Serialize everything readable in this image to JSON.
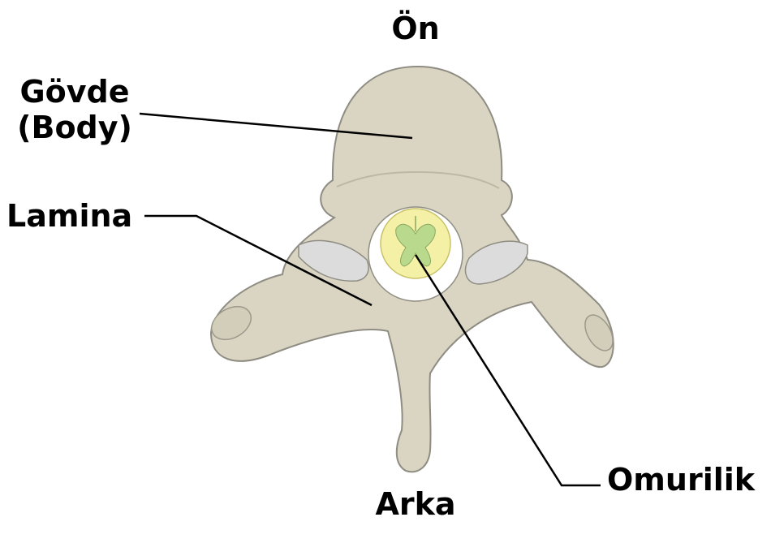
{
  "labels": {
    "front": "Ön",
    "back": "Arka",
    "body_line1": "Gövde",
    "body_line2": "(Body)",
    "lamina": "Lamina",
    "spinal_cord": "Omurilik"
  },
  "colors": {
    "bone": "#d9d5c2",
    "bone_outline": "#8f8d83",
    "facet": "#dcdcdc",
    "canal": "#ffffff",
    "cord_outer": "#f4f0a6",
    "cord_gray_matter": "#b9d98c",
    "leader_line": "#000000"
  }
}
